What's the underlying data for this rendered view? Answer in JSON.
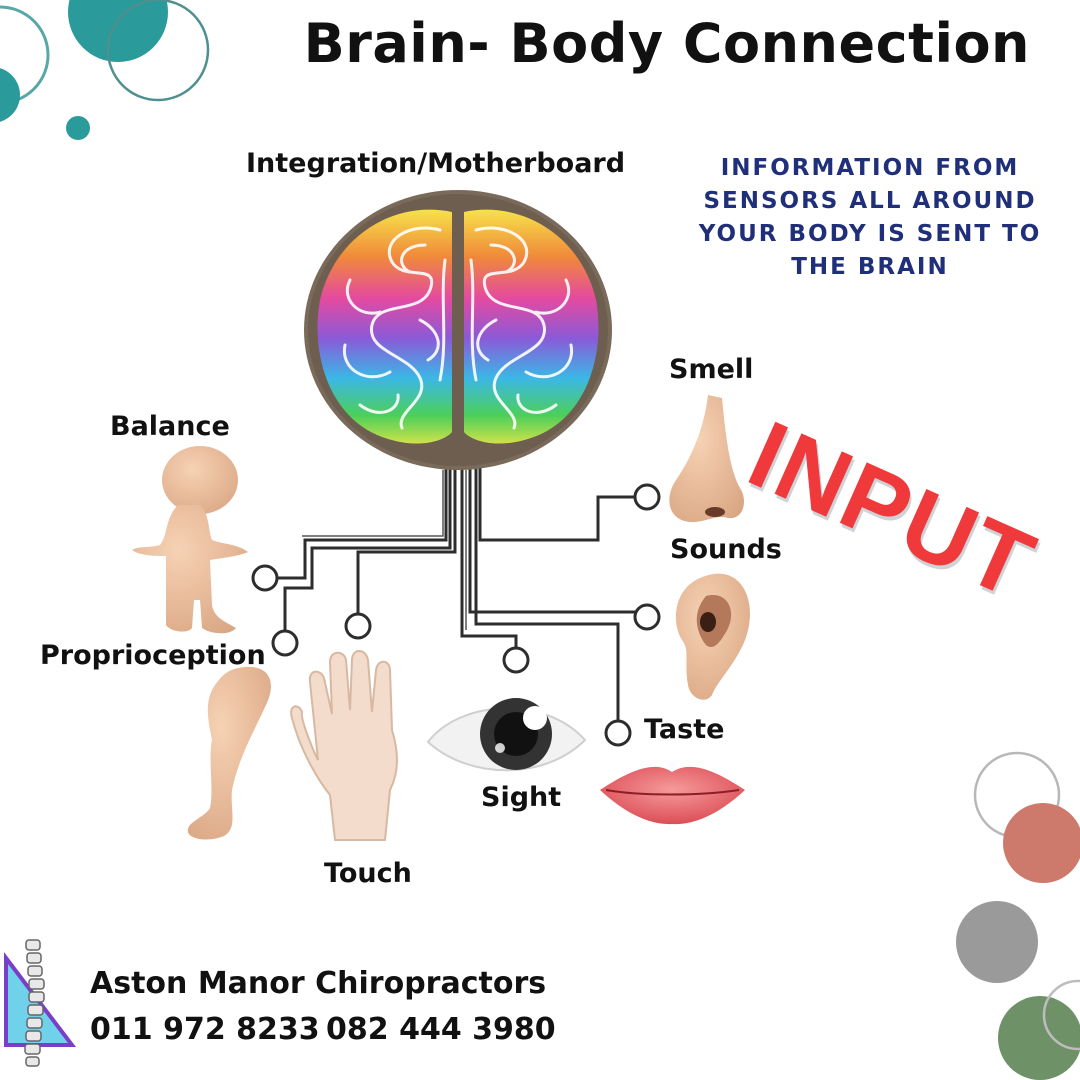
{
  "title": "Brain- Body Connection",
  "brain_label": "Integration/Motherboard",
  "info_text": "Information from sensors all around your body is sent to the brain",
  "input_label": "INPUT",
  "senses": {
    "smell": "Smell",
    "balance": "Balance",
    "sounds": "Sounds",
    "proprioception": "Proprioception",
    "taste": "Taste",
    "sight": "Sight",
    "touch": "Touch"
  },
  "footer": {
    "name": "Aston Manor Chiropractors",
    "phone_1": "011 972 8233",
    "phone_2": "082 444 3980"
  },
  "colors": {
    "title": "#111111",
    "info": "#1f2f7a",
    "input": "#f0393b",
    "teal": "#2b9a9a",
    "terracotta": "#cd7a6d",
    "grey": "#9a9a9a",
    "green": "#6f9167"
  },
  "icons": [
    "brain-icon",
    "nose-icon",
    "ear-icon",
    "lips-icon",
    "eye-icon",
    "hand-icon",
    "leg-icon",
    "body-figure-icon",
    "spine-logo-icon"
  ]
}
